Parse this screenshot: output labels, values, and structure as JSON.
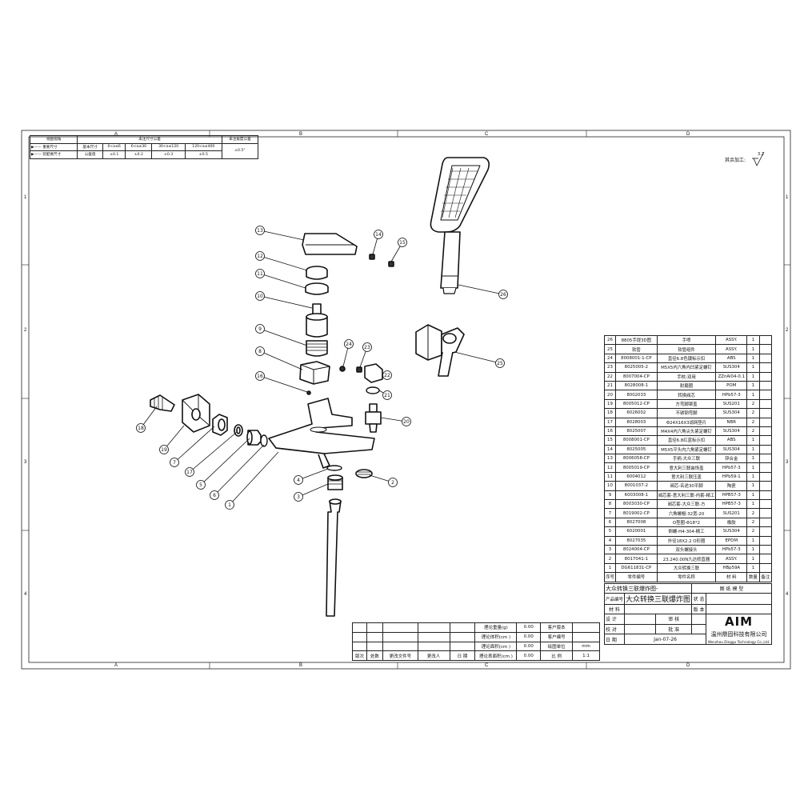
{
  "zones": {
    "cols": [
      "A",
      "B",
      "C",
      "D"
    ],
    "rows": [
      "1",
      "2",
      "3",
      "4"
    ]
  },
  "tolerance": {
    "h_view": "视图视角",
    "h_general": "未注尺寸公差",
    "h_angle": "未注角度公差",
    "r1_label": "重要尺寸",
    "r1_basic": "基本尺寸",
    "r1_ranges": [
      "0<a≤6",
      "6<a≤30",
      "30<a≤120",
      "120<a≤400"
    ],
    "r1_angle": "±0.5°",
    "r2_label": "装配要尺寸",
    "r2_basic": "公差值",
    "r2_values": [
      "±0.1",
      "±0.2",
      "±0.3",
      "±0.5"
    ]
  },
  "surface_note": "其余加工:",
  "surface_symbol": "3.2",
  "bom": {
    "rows": [
      {
        "no": "26",
        "code": "8805手提3D图",
        "name": "手喷",
        "mat": "ASSY.",
        "qty": "1",
        "note": ""
      },
      {
        "no": "25",
        "code": "软管",
        "name": "软管组件",
        "mat": "ASSY.",
        "qty": "1",
        "note": ""
      },
      {
        "no": "24",
        "code": "8008001-1-CP",
        "name": "直径6.8色镀标示扣",
        "mat": "ABS",
        "qty": "1",
        "note": ""
      },
      {
        "no": "23",
        "code": "8025005-2",
        "name": "M5X5内六角内凹紧定螺钉",
        "mat": "SUS304",
        "qty": "1",
        "note": ""
      },
      {
        "no": "22",
        "code": "8007004-CP",
        "name": "手枕-双用",
        "mat": "ZZnAl04-0.1",
        "qty": "1",
        "note": ""
      },
      {
        "no": "21",
        "code": "8028008-1",
        "name": "耐磨圈",
        "mat": "POM",
        "qty": "1",
        "note": ""
      },
      {
        "no": "20",
        "code": "8002033",
        "name": "转换阀芯",
        "mat": "HPb57-3",
        "qty": "1",
        "note": ""
      },
      {
        "no": "19",
        "code": "8005012-CP",
        "name": "方弯脚罩盖",
        "mat": "SUS201",
        "qty": "2",
        "note": ""
      },
      {
        "no": "18",
        "code": "6026002",
        "name": "不锈钢弯脚",
        "mat": "SUS304",
        "qty": "2",
        "note": ""
      },
      {
        "no": "17",
        "code": "8028003",
        "name": "Φ24X16X3滤网垫片",
        "mat": "NBR",
        "qty": "2",
        "note": ""
      },
      {
        "no": "16",
        "code": "8025007",
        "name": "M4X4内六角尖头紧定螺钉",
        "mat": "SUS304",
        "qty": "2",
        "note": ""
      },
      {
        "no": "15",
        "code": "8008001-CP",
        "name": "直径6.8红蓝标示扣",
        "mat": "ABS",
        "qty": "1",
        "note": ""
      },
      {
        "no": "14",
        "code": "8025005",
        "name": "M5X5平头内六角紧定螺钉",
        "mat": "SUS304",
        "qty": "1",
        "note": ""
      },
      {
        "no": "13",
        "code": "8006058-CP",
        "name": "手柄-大众三联",
        "mat": "锌合金",
        "qty": "1",
        "note": ""
      },
      {
        "no": "12",
        "code": "8005019-CP",
        "name": "意大利三联装饰盖",
        "mat": "HPb57-3",
        "qty": "1",
        "note": ""
      },
      {
        "no": "11",
        "code": "6004012",
        "name": "意大利三联压盖",
        "mat": "HPb59-1",
        "qty": "1",
        "note": ""
      },
      {
        "no": "10",
        "code": "8001037-2",
        "name": "阀芯-名途30平脚",
        "mat": "陶瓷",
        "qty": "1",
        "note": ""
      },
      {
        "no": "9",
        "code": "6003008-1",
        "name": "阀芯套-意大利三联-内套-精工",
        "mat": "HPB57-3",
        "qty": "1",
        "note": ""
      },
      {
        "no": "8",
        "code": "8003030-CP",
        "name": "阀芯套-大众三联-方",
        "mat": "HPB57-3",
        "qty": "1",
        "note": ""
      },
      {
        "no": "7",
        "code": "8019002-CP",
        "name": "六角螺帽-32宽-20",
        "mat": "SUS201",
        "qty": "2",
        "note": ""
      },
      {
        "no": "6",
        "code": "8027008",
        "name": "O型圈-Φ18*2",
        "mat": "橡胶",
        "qty": "2",
        "note": ""
      },
      {
        "no": "5",
        "code": "6020001",
        "name": "倒螺-H4-304-精工",
        "mat": "SUS304",
        "qty": "2",
        "note": ""
      },
      {
        "no": "4",
        "code": "8027035",
        "name": "外径18X2.2 O形圈",
        "mat": "EPDM",
        "qty": "1",
        "note": ""
      },
      {
        "no": "3",
        "code": "8024004-CP",
        "name": "双头螺接头",
        "mat": "HPb57-3",
        "qty": "1",
        "note": ""
      },
      {
        "no": "2",
        "code": "8017041-1",
        "name": "23.240.00N九达修直器",
        "mat": "ASSY.",
        "qty": "1",
        "note": ""
      },
      {
        "no": "1",
        "code": "DG611831-CP",
        "name": "大众转换三联",
        "mat": "HBp59A",
        "qty": "1",
        "note": ""
      }
    ],
    "header": {
      "no": "序号",
      "code": "零件编号",
      "name": "零件名称",
      "mat": "材 料",
      "qty": "数量",
      "note": "备注"
    }
  },
  "title_block": {
    "drawing_name": "大众转换三联爆炸图-",
    "drawing_label": "图 纸 模 型",
    "product_code_label": "产品编号",
    "product_name": "大众转换三联爆炸图",
    "status_label": "状 态",
    "material_label": "材 料",
    "version_label": "版 本",
    "design_label": "设 计",
    "review_label": "审 核",
    "check_label": "校 对",
    "approve_label": "批 准",
    "date_label": "日 期",
    "date_value": "Jan-07-26",
    "company_logo": "AIM",
    "company_cn": "温州鼎固科技有限公司",
    "company_en": "Wenzhou Dinggu Technology Co.,Ltd."
  },
  "revision": {
    "row1": [
      "理论重量(g)",
      "0.00",
      "客户版本",
      ""
    ],
    "row2": [
      "理论体积(cm )",
      "0.00",
      "客户编号",
      ""
    ],
    "row3": [
      "理论面积(cm )",
      "0.00",
      "绘图单位",
      "mm"
    ],
    "row4": [
      "理论表面积(cm )",
      "0.00",
      "比 例",
      "1:1"
    ],
    "hist": [
      "版次",
      "处数",
      "更改文件号",
      "更改人",
      "日 期"
    ]
  },
  "callouts": [
    "1",
    "2",
    "3",
    "4",
    "5",
    "6",
    "7",
    "8",
    "9",
    "10",
    "11",
    "12",
    "13",
    "14",
    "15",
    "16",
    "17",
    "18",
    "19",
    "20",
    "21",
    "22",
    "23",
    "24",
    "25",
    "26"
  ]
}
